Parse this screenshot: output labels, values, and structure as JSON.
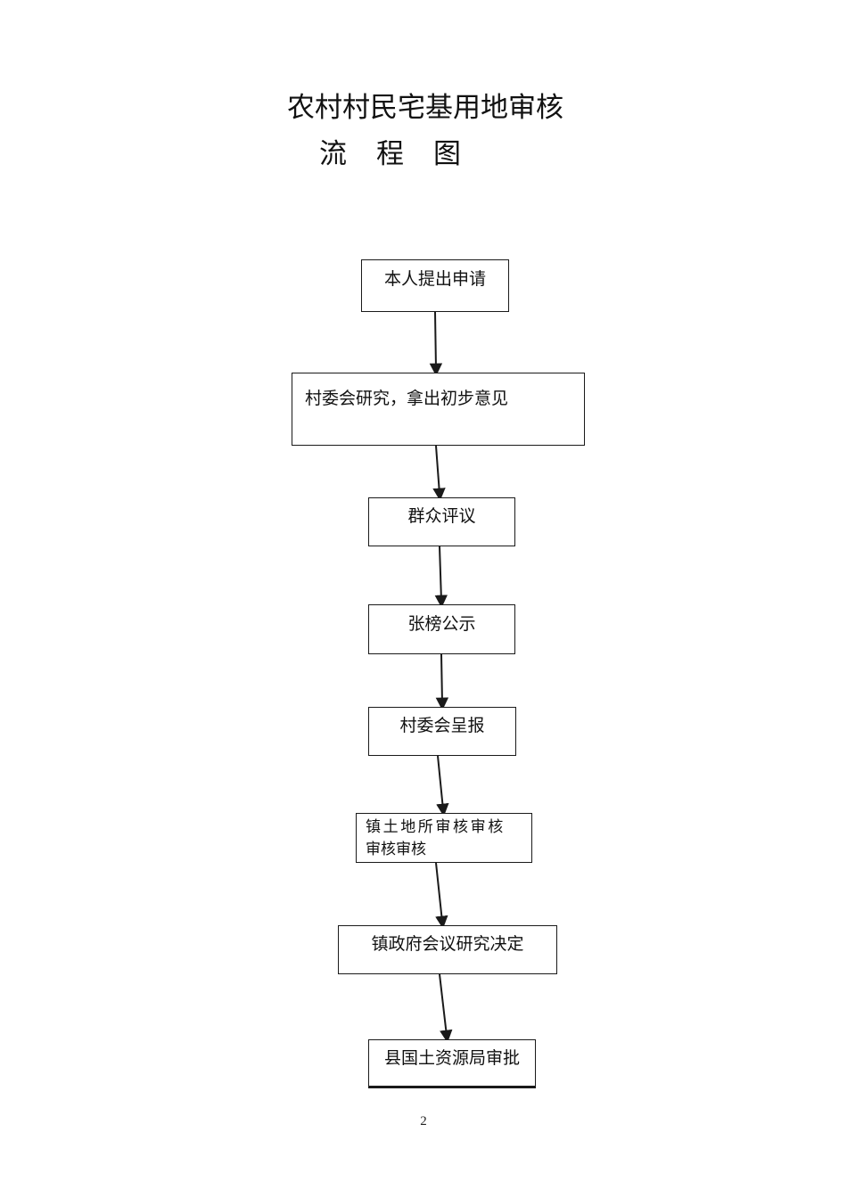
{
  "document": {
    "title_line_1": "农村村民宅基用地审核",
    "title_line_2": "流程图",
    "page_number": "2"
  },
  "flowchart": {
    "type": "flowchart",
    "orientation": "vertical-top-to-bottom",
    "nodes": [
      {
        "id": "apply",
        "label": "本人提出申请"
      },
      {
        "id": "committee-study",
        "label": "村委会研究，拿出初步意见"
      },
      {
        "id": "public-review",
        "label": "群众评议"
      },
      {
        "id": "publicize",
        "label": "张榜公示"
      },
      {
        "id": "committee-submit",
        "label": "村委会呈报"
      },
      {
        "id": "land-office",
        "label_line_1": "镇土地所审核审核",
        "label_line_2": "审核审核"
      },
      {
        "id": "town-gov",
        "label": "镇政府会议研究决定"
      },
      {
        "id": "county-approve",
        "label": "县国土资源局审批"
      }
    ],
    "edges": [
      {
        "from": "apply",
        "to": "committee-study"
      },
      {
        "from": "committee-study",
        "to": "public-review"
      },
      {
        "from": "public-review",
        "to": "publicize"
      },
      {
        "from": "publicize",
        "to": "committee-submit"
      },
      {
        "from": "committee-submit",
        "to": "land-office"
      },
      {
        "from": "land-office",
        "to": "town-gov"
      },
      {
        "from": "town-gov",
        "to": "county-approve"
      }
    ],
    "colors": {
      "line": "#1a1a1a",
      "box_fill": "#ffffff",
      "text": "#111111"
    }
  }
}
